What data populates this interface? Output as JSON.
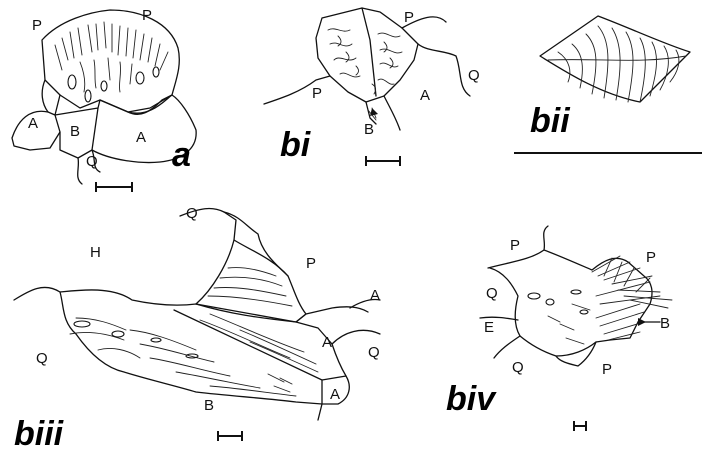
{
  "panels": {
    "a": {
      "label": "a",
      "minerals": [
        "P",
        "P",
        "A",
        "B",
        "A",
        "Q"
      ]
    },
    "bi": {
      "label": "bi",
      "minerals": [
        "P",
        "P",
        "A",
        "Q",
        "B"
      ]
    },
    "bii": {
      "label": "bii",
      "minerals": []
    },
    "biii": {
      "label": "biii",
      "minerals": [
        "Q",
        "H",
        "P",
        "A",
        "A",
        "Q",
        "Q",
        "B",
        "A"
      ]
    },
    "biv": {
      "label": "biv",
      "minerals": [
        "P",
        "P",
        "Q",
        "E",
        "B",
        "Q",
        "P"
      ]
    }
  }
}
